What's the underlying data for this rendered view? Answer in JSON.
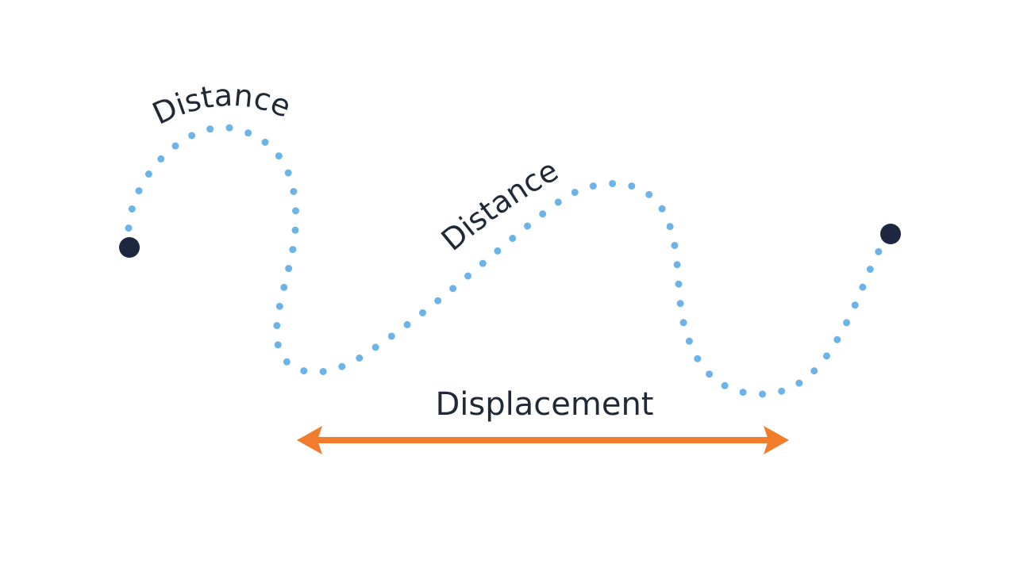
{
  "labels": {
    "distance_1": "Distance",
    "distance_2": "Distance",
    "displacement": "Displacement"
  },
  "colors": {
    "path_dots": "#6cb4e8",
    "endpoints": "#1e2740",
    "arrow": "#f07c2c",
    "text": "#1f2937",
    "background": "#ffffff"
  }
}
